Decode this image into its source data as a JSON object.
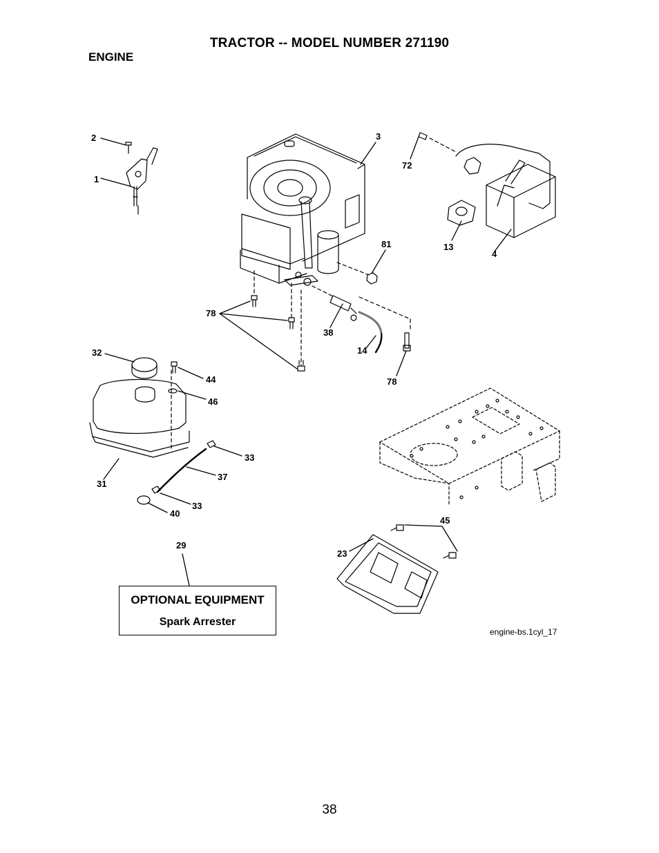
{
  "header": {
    "title": "TRACTOR -- MODEL NUMBER 271190",
    "section": "ENGINE"
  },
  "callouts": [
    {
      "id": "cl-1",
      "text": "1"
    },
    {
      "id": "cl-2",
      "text": "2"
    },
    {
      "id": "cl-3",
      "text": "3"
    },
    {
      "id": "cl-72",
      "text": "72"
    },
    {
      "id": "cl-81",
      "text": "81"
    },
    {
      "id": "cl-13",
      "text": "13"
    },
    {
      "id": "cl-4",
      "text": "4"
    },
    {
      "id": "cl-78a",
      "text": "78"
    },
    {
      "id": "cl-38",
      "text": "38"
    },
    {
      "id": "cl-14",
      "text": "14"
    },
    {
      "id": "cl-78b",
      "text": "78"
    },
    {
      "id": "cl-32",
      "text": "32"
    },
    {
      "id": "cl-44",
      "text": "44"
    },
    {
      "id": "cl-46",
      "text": "46"
    },
    {
      "id": "cl-33a",
      "text": "33"
    },
    {
      "id": "cl-37",
      "text": "37"
    },
    {
      "id": "cl-31",
      "text": "31"
    },
    {
      "id": "cl-33b",
      "text": "33"
    },
    {
      "id": "cl-40",
      "text": "40"
    },
    {
      "id": "cl-29",
      "text": "29"
    },
    {
      "id": "cl-45",
      "text": "45"
    },
    {
      "id": "cl-23",
      "text": "23"
    }
  ],
  "optional_equipment": {
    "title": "OPTIONAL EQUIPMENT",
    "item": "Spark Arrester"
  },
  "figure_id": "engine-bs.1cyl_17",
  "page_number": "38"
}
